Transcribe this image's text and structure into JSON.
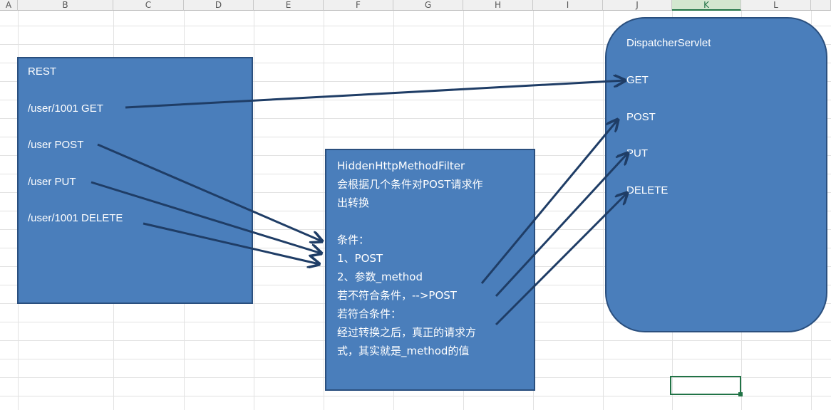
{
  "sheet": {
    "columns": [
      "A",
      "B",
      "C",
      "D",
      "E",
      "F",
      "G",
      "H",
      "I",
      "J",
      "K",
      "L"
    ],
    "selected_column": "K"
  },
  "rest_box": {
    "title": "REST",
    "items": [
      "/user/1001  GET",
      "/user  POST",
      "/user  PUT",
      "/user/1001  DELETE"
    ]
  },
  "filter_box": {
    "lines": [
      "HiddenHttpMethodFilter",
      "会根据几个条件对POST请求作",
      "出转换",
      "",
      "条件：",
      "1、POST",
      "2、参数_method",
      "若不符合条件，-->POST",
      "若符合条件：",
      "经过转换之后，真正的请求方",
      "式，其实就是_method的值"
    ]
  },
  "servlet_box": {
    "title": "DispatcherServlet",
    "items": [
      "GET",
      "POST",
      "PUT",
      "DELETE"
    ]
  },
  "colors": {
    "box_fill": "#4a7ebb",
    "box_border": "#2a4f7e",
    "arrow": "#1f3d66",
    "selection": "#217346"
  }
}
